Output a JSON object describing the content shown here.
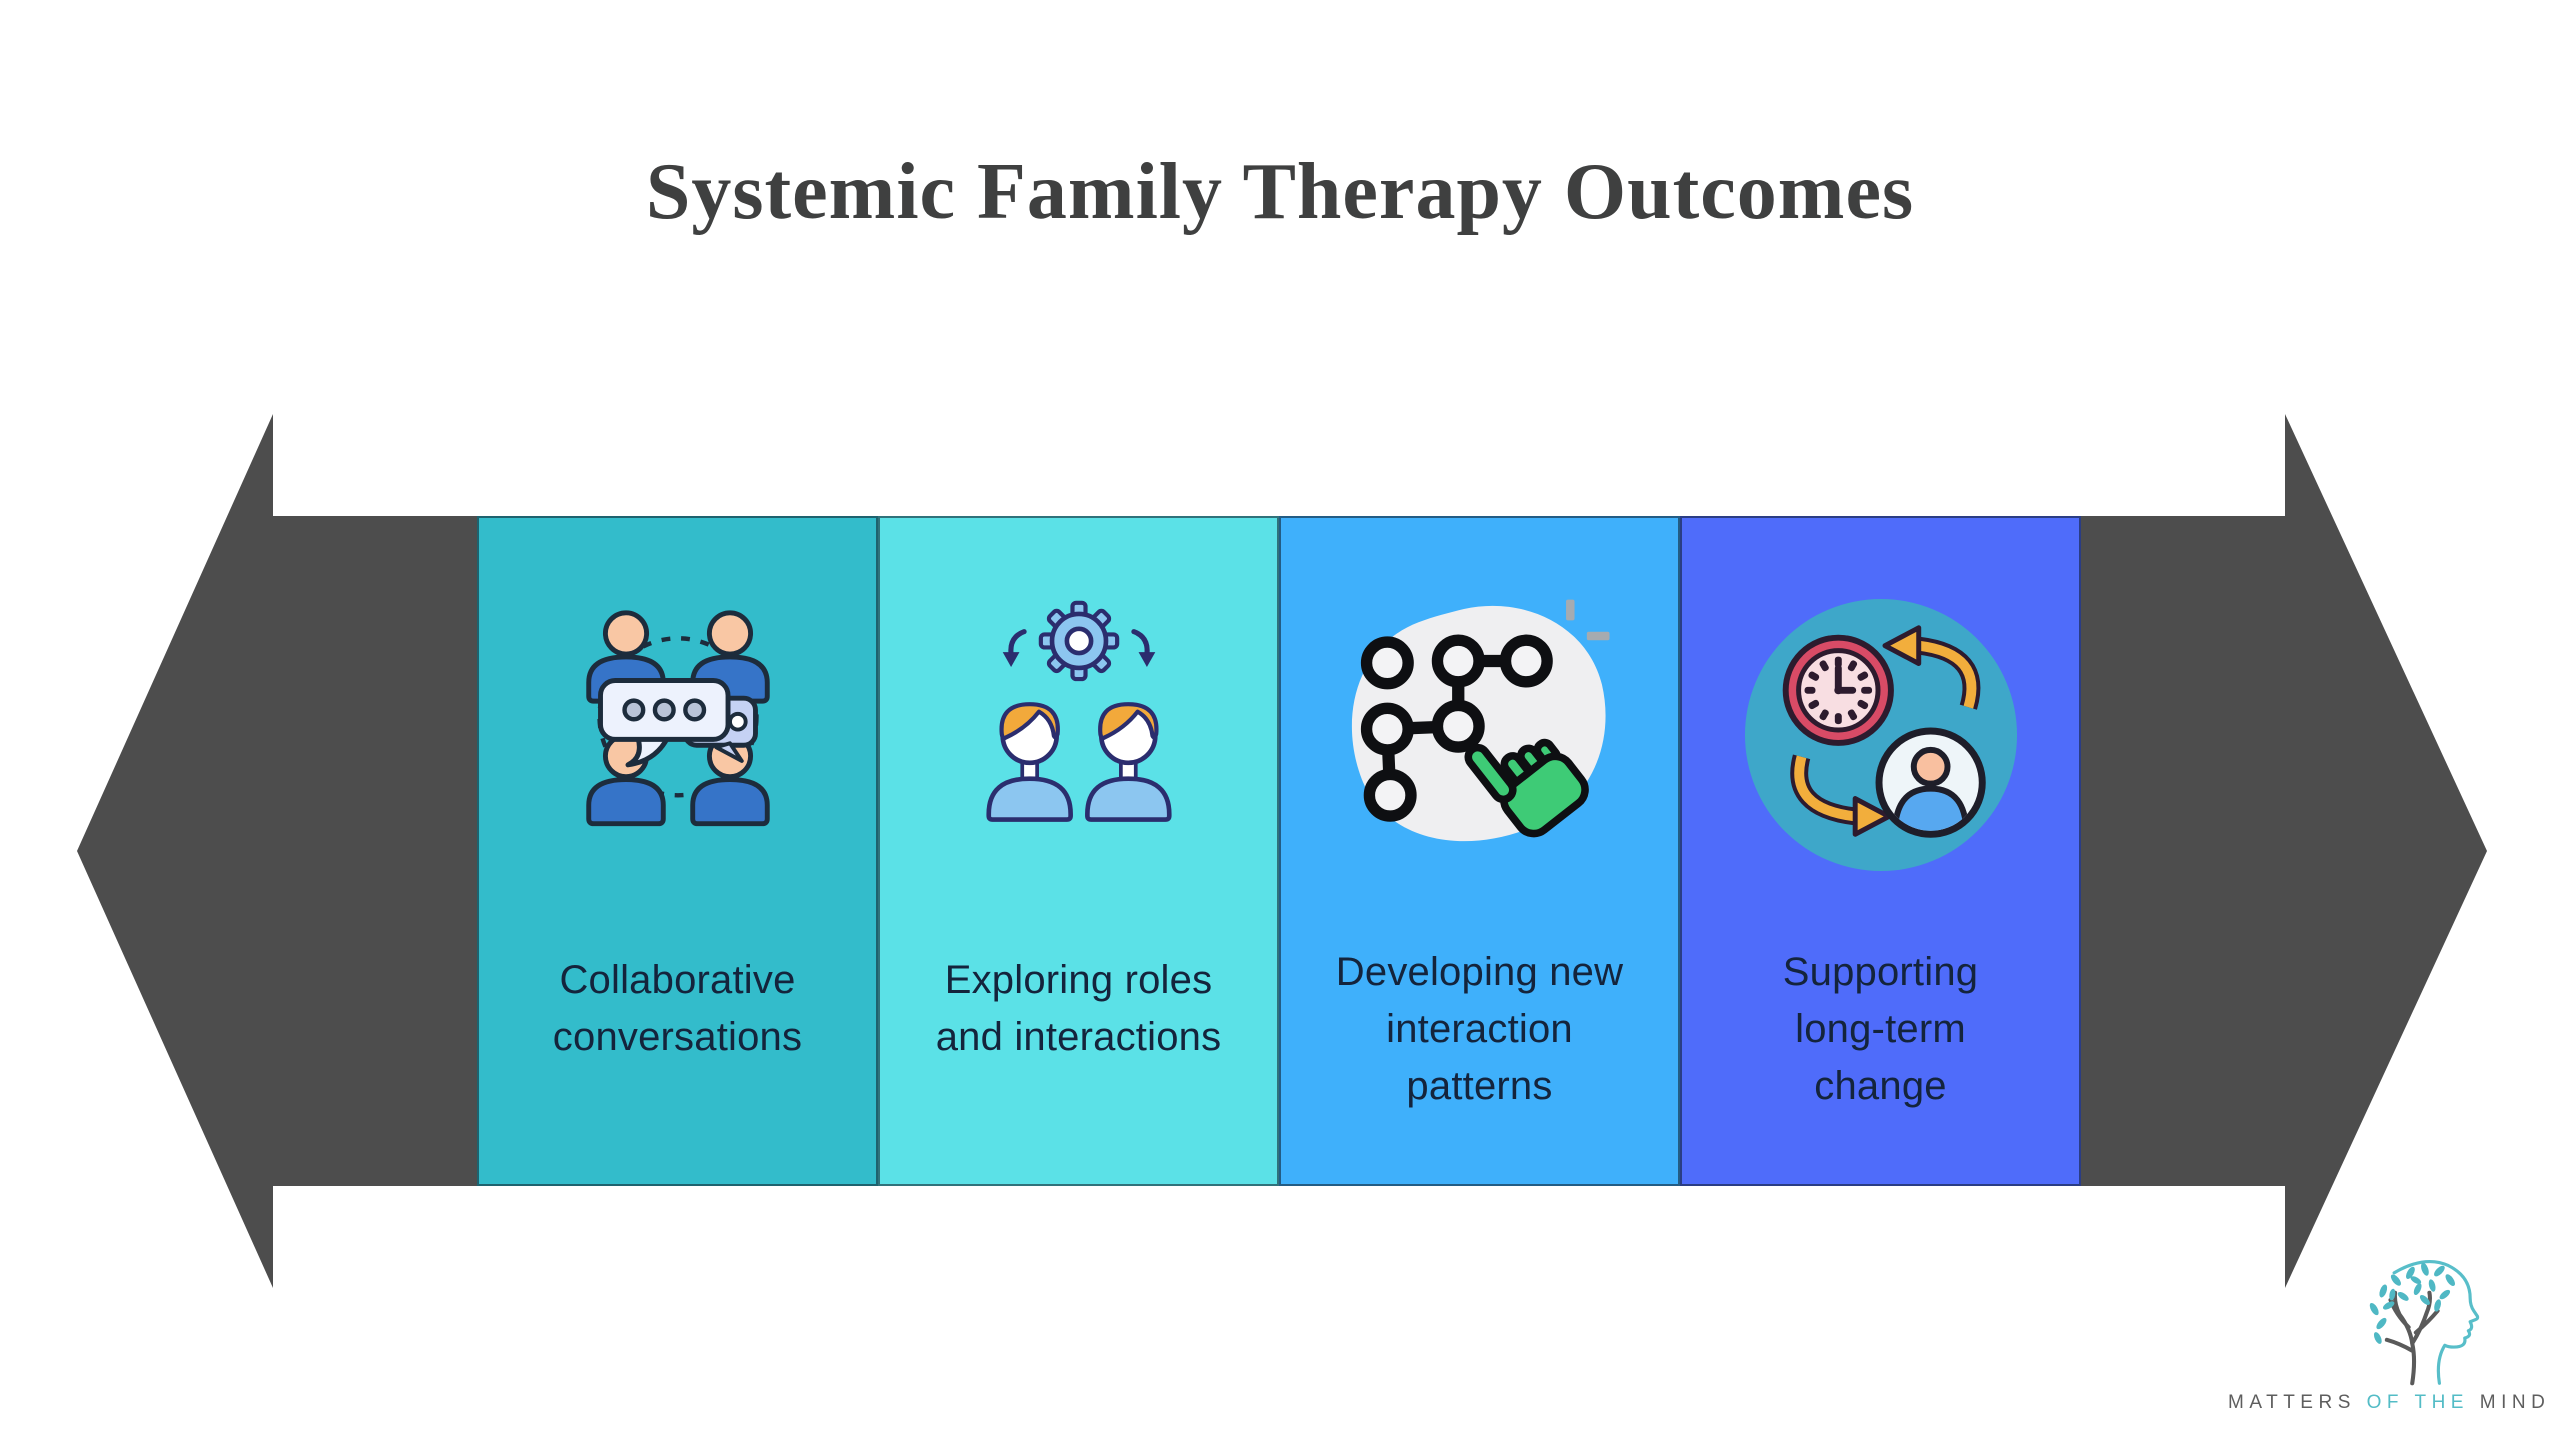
{
  "title": "Systemic Family Therapy Outcomes",
  "arrow": {
    "shape": "double-headed-horizontal",
    "color": "#4D4D4D"
  },
  "panels": [
    {
      "label": "Collaborative\nconversations",
      "bg": "#33BCCB",
      "icon": "group-conversation-icon"
    },
    {
      "label": "Exploring roles\nand interactions",
      "bg": "#5BE1E7",
      "icon": "people-gear-icon"
    },
    {
      "label": "Developing new\ninteraction\npatterns",
      "bg": "#3FB0FB",
      "icon": "pattern-click-hand-icon"
    },
    {
      "label": "Supporting\nlong-term\nchange",
      "bg": "#4F6CFA",
      "icon": "time-person-cycle-icon"
    }
  ],
  "logo": {
    "word1": "MATTERS",
    "word2": "OF THE",
    "word3": "MIND",
    "gray": "#5E5E5E",
    "teal": "#53BCC6"
  },
  "palette": {
    "background": "#FFFFFF",
    "title_text": "#3F4040",
    "panel_text": "#14243C",
    "person_blue": "#3674C8",
    "skin": "#F9C7A4",
    "gear_blue": "#8CC6F0",
    "hair_orange": "#F2A93B",
    "hand_green": "#3ECB76",
    "clock_red": "#D84B66",
    "cycle_arrow_gold": "#F2AE3C",
    "icon_circle_teal": "#3EA7C9",
    "blob_gray": "#EFEFF1"
  }
}
